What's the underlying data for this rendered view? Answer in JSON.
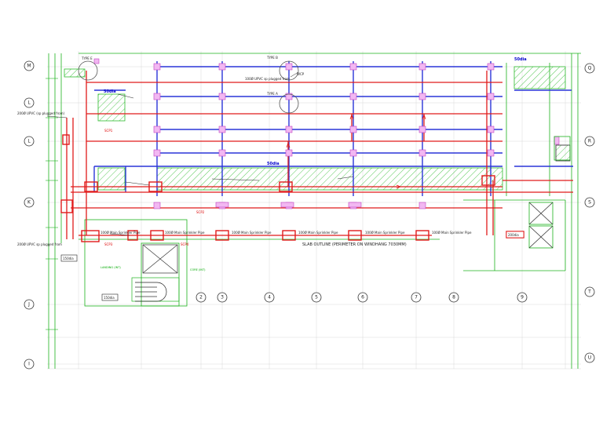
{
  "grid_rows_left": [
    "M",
    "L",
    "K",
    "J",
    "I"
  ],
  "grid_rows_left_extra": [
    "L"
  ],
  "grid_rows_right": [
    "Q",
    "R",
    "S",
    "T",
    "U"
  ],
  "grid_cols": [
    "2",
    "3",
    "4",
    "5",
    "6",
    "7",
    "8",
    "9"
  ],
  "labels": {
    "type_e": "TYPE E",
    "type_b": "TYPE B",
    "type_a": "TYPE A",
    "scp1": "SCP1",
    "scp2": "SCP2",
    "scp3": "SCP3",
    "scp4": "SCP4",
    "wcp": "WCP",
    "slab_outline": "SLAB OUTLINE (PERIMETER ON WINDHANG 7030MM)",
    "main_sprinkler_pipe": "100Ø Main Sprinkler Pipe",
    "upvc_left_1": "200Ø UPVC (sp plugged from)",
    "upvc_left_2": "200Ø UPVC sp plugged from",
    "upvc_top": "100Ø UPVC sp plugged from",
    "tag_150dia_1": "150dia",
    "tag_150dia_2": "150dia",
    "tag_200dia": "200dia",
    "tag_50dia_1": "50dia",
    "tag_50dia_2": "50dia",
    "tag_50dia_3": "50dia",
    "landing": "LANDING (INT)",
    "core": "CORE (INT)"
  }
}
